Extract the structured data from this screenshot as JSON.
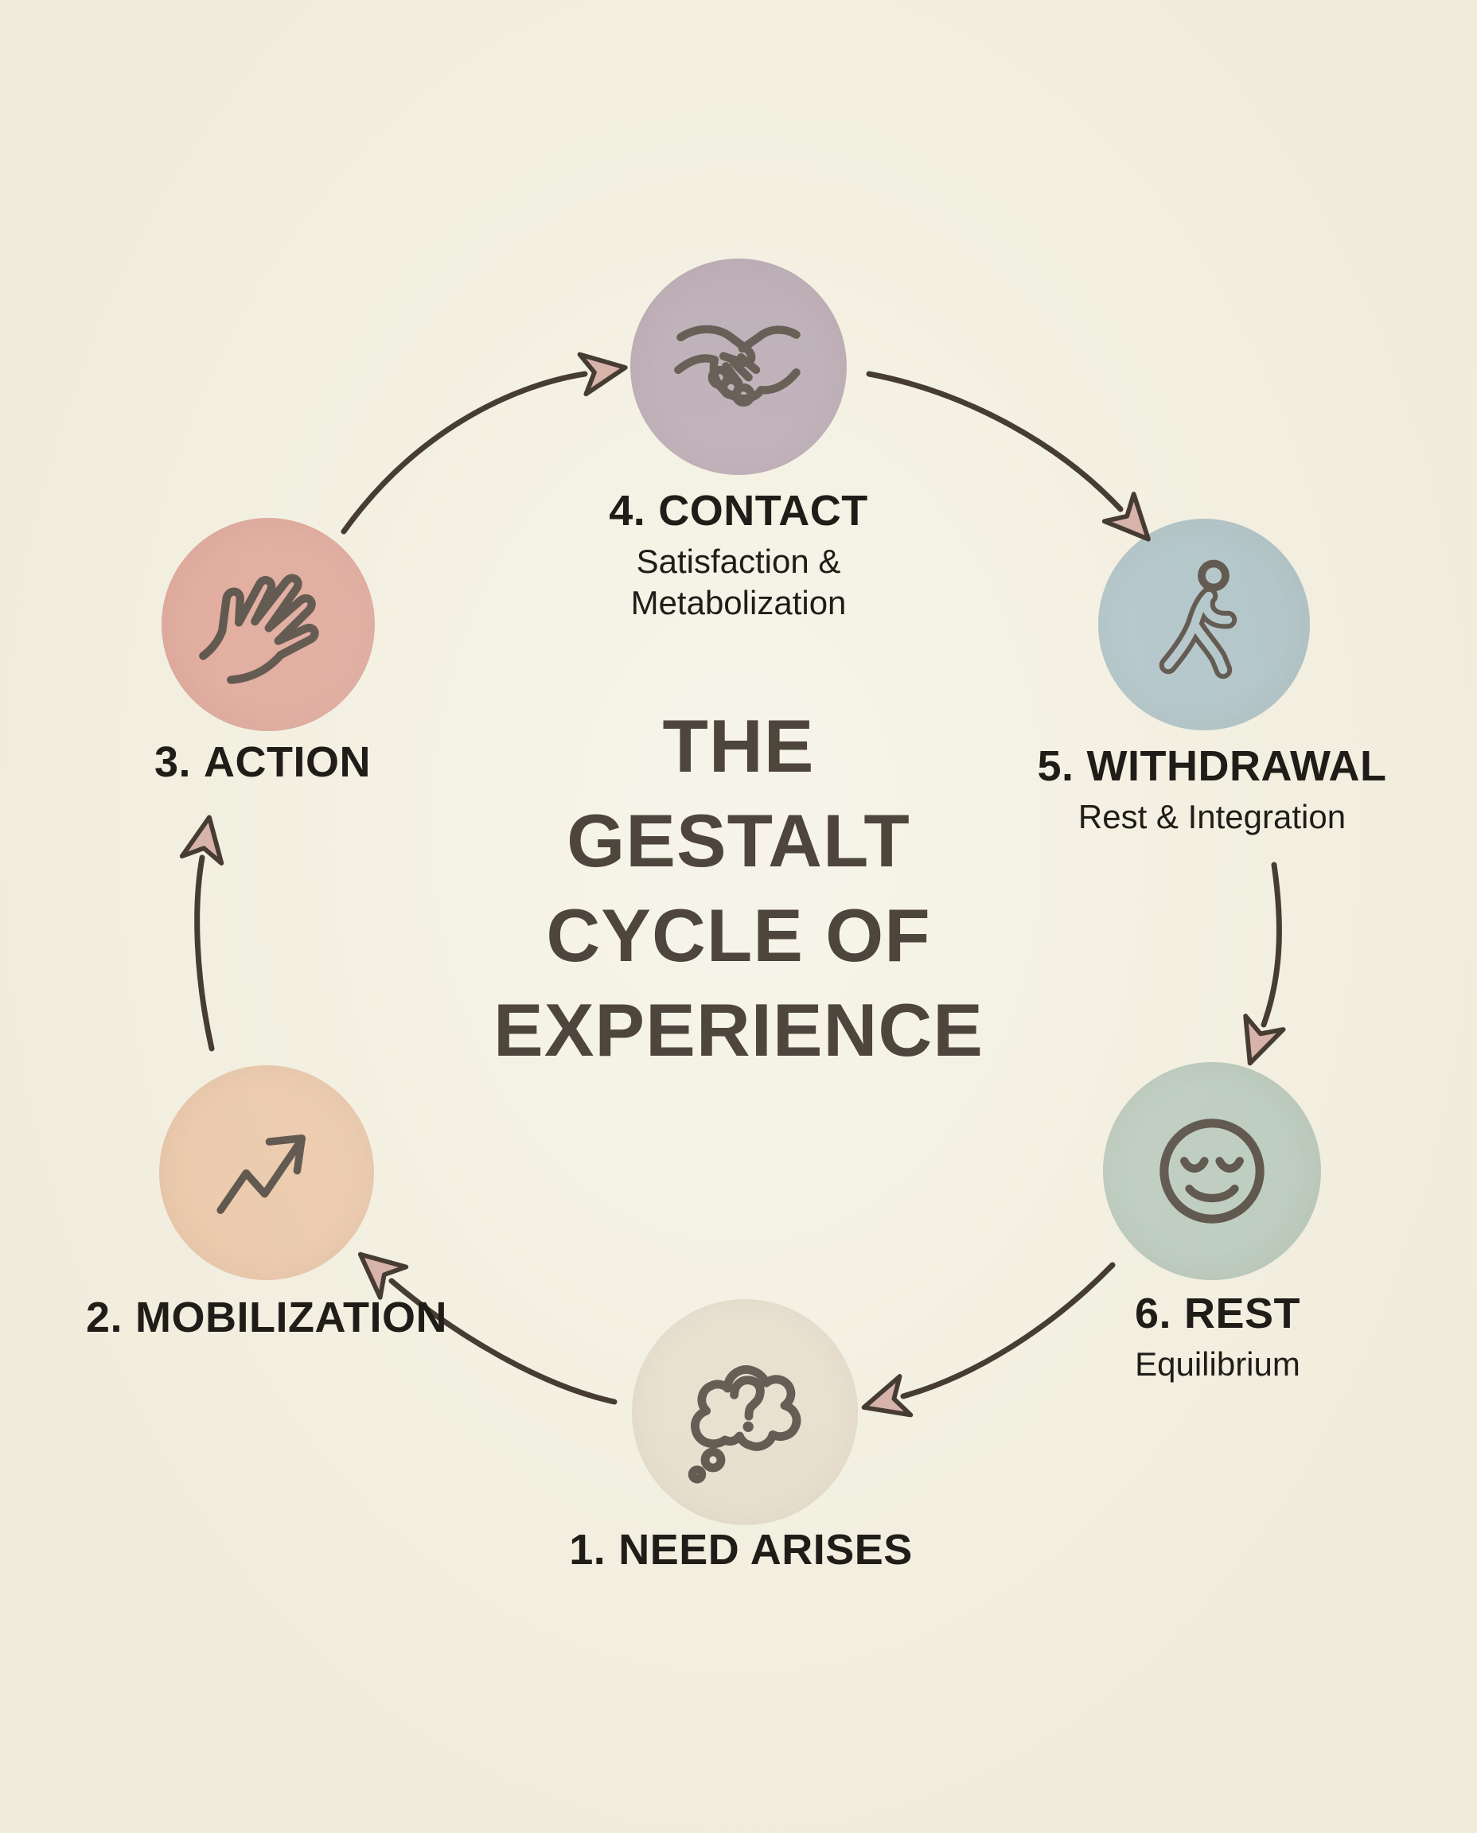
{
  "poster": {
    "title_lines": [
      "THE",
      "GESTALT",
      "CYCLE OF",
      "EXPERIENCE"
    ],
    "title_text": "THE GESTALT CYCLE OF EXPERIENCE"
  },
  "palette": {
    "background": "#f4f1e2",
    "title_color": "#4e463d",
    "label_color": "#201d19",
    "line_color": "#463c33",
    "arrow_head_fill": "#d7b3a9"
  },
  "stages": [
    {
      "id": "need-arises",
      "number": "1.",
      "label": "NEED ARISES",
      "sublabel": "",
      "icon": "thought-bubble-question-icon",
      "color": "#e7decb"
    },
    {
      "id": "mobilization",
      "number": "2.",
      "label": "MOBILIZATION",
      "sublabel": "",
      "icon": "rising-trend-arrow-icon",
      "color": "#edc6a6"
    },
    {
      "id": "action",
      "number": "3.",
      "label": "ACTION",
      "sublabel": "",
      "icon": "open-hand-icon",
      "color": "#e0a395"
    },
    {
      "id": "contact",
      "number": "4.",
      "label": "CONTACT",
      "sublabel": "Satisfaction & Metabolization",
      "icon": "handshake-icon",
      "color": "#b4a2ae"
    },
    {
      "id": "withdrawal",
      "number": "5.",
      "label": "WITHDRAWAL",
      "sublabel": "Rest & Integration",
      "icon": "walking-person-icon",
      "color": "#a9c0c6"
    },
    {
      "id": "rest",
      "number": "6.",
      "label": "REST",
      "sublabel": "Equilibrium",
      "icon": "calm-face-icon",
      "color": "#b6c9bb"
    }
  ],
  "flow": [
    {
      "from": "need-arises",
      "to": "mobilization"
    },
    {
      "from": "mobilization",
      "to": "action"
    },
    {
      "from": "action",
      "to": "contact"
    },
    {
      "from": "contact",
      "to": "withdrawal"
    },
    {
      "from": "withdrawal",
      "to": "rest"
    },
    {
      "from": "rest",
      "to": "need-arises"
    }
  ]
}
